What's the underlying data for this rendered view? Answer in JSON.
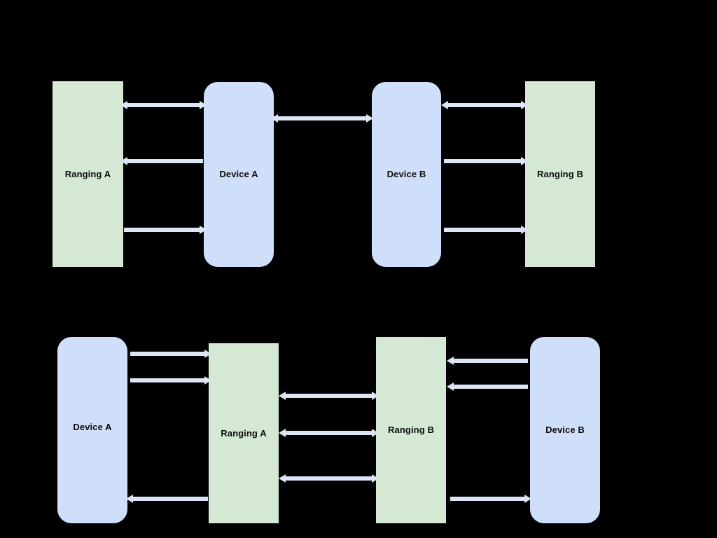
{
  "diagram": {
    "background_color": "#000000",
    "node_fill_green": "#d5e8d4",
    "node_fill_blue": "#cfdffa",
    "arrow_color": "#dbe5f5",
    "text_color": "#0d0d0d",
    "sections": [
      {
        "name": "top-flow",
        "nodes": [
          {
            "id": "top-ranging-a",
            "label": "Ranging A",
            "shape": "rect",
            "color": "green"
          },
          {
            "id": "top-device-a",
            "label": "Device A",
            "shape": "rounded",
            "color": "blue"
          },
          {
            "id": "top-device-b",
            "label": "Device B",
            "shape": "rounded",
            "color": "blue"
          },
          {
            "id": "top-ranging-b",
            "label": "Ranging B",
            "shape": "rect",
            "color": "green"
          }
        ],
        "connections": [
          {
            "id": "top-left-1",
            "from": "top-ranging-a",
            "to": "top-device-a",
            "direction": "both"
          },
          {
            "id": "top-left-2",
            "from": "top-device-a",
            "to": "top-ranging-a",
            "direction": "left"
          },
          {
            "id": "top-left-3",
            "from": "top-ranging-a",
            "to": "top-device-a",
            "direction": "right"
          },
          {
            "id": "top-middle-1",
            "from": "top-device-a",
            "to": "top-device-b",
            "direction": "both"
          },
          {
            "id": "top-right-1",
            "from": "top-device-b",
            "to": "top-ranging-b",
            "direction": "both"
          },
          {
            "id": "top-right-2",
            "from": "top-device-b",
            "to": "top-ranging-b",
            "direction": "right"
          },
          {
            "id": "top-right-3",
            "from": "top-device-b",
            "to": "top-ranging-b",
            "direction": "right"
          }
        ]
      },
      {
        "name": "bottom-flow",
        "nodes": [
          {
            "id": "bot-device-a",
            "label": "Device A",
            "shape": "rounded",
            "color": "blue"
          },
          {
            "id": "bot-ranging-a",
            "label": "Ranging A",
            "shape": "rect",
            "color": "green"
          },
          {
            "id": "bot-ranging-b",
            "label": "Ranging B",
            "shape": "rect",
            "color": "green"
          },
          {
            "id": "bot-device-b",
            "label": "Device B",
            "shape": "rounded",
            "color": "blue"
          }
        ],
        "connections": [
          {
            "id": "bot-left-1",
            "from": "bot-device-a",
            "to": "bot-ranging-a",
            "direction": "right"
          },
          {
            "id": "bot-left-2",
            "from": "bot-device-a",
            "to": "bot-ranging-a",
            "direction": "right"
          },
          {
            "id": "bot-left-3",
            "from": "bot-ranging-a",
            "to": "bot-device-a",
            "direction": "left"
          },
          {
            "id": "bot-middle-1",
            "from": "bot-ranging-a",
            "to": "bot-ranging-b",
            "direction": "both"
          },
          {
            "id": "bot-middle-2",
            "from": "bot-ranging-a",
            "to": "bot-ranging-b",
            "direction": "both"
          },
          {
            "id": "bot-middle-3",
            "from": "bot-ranging-a",
            "to": "bot-ranging-b",
            "direction": "both"
          },
          {
            "id": "bot-right-1",
            "from": "bot-device-b",
            "to": "bot-ranging-b",
            "direction": "left"
          },
          {
            "id": "bot-right-2",
            "from": "bot-device-b",
            "to": "bot-ranging-b",
            "direction": "left"
          },
          {
            "id": "bot-right-3",
            "from": "bot-ranging-b",
            "to": "bot-device-b",
            "direction": "right"
          }
        ]
      }
    ]
  }
}
